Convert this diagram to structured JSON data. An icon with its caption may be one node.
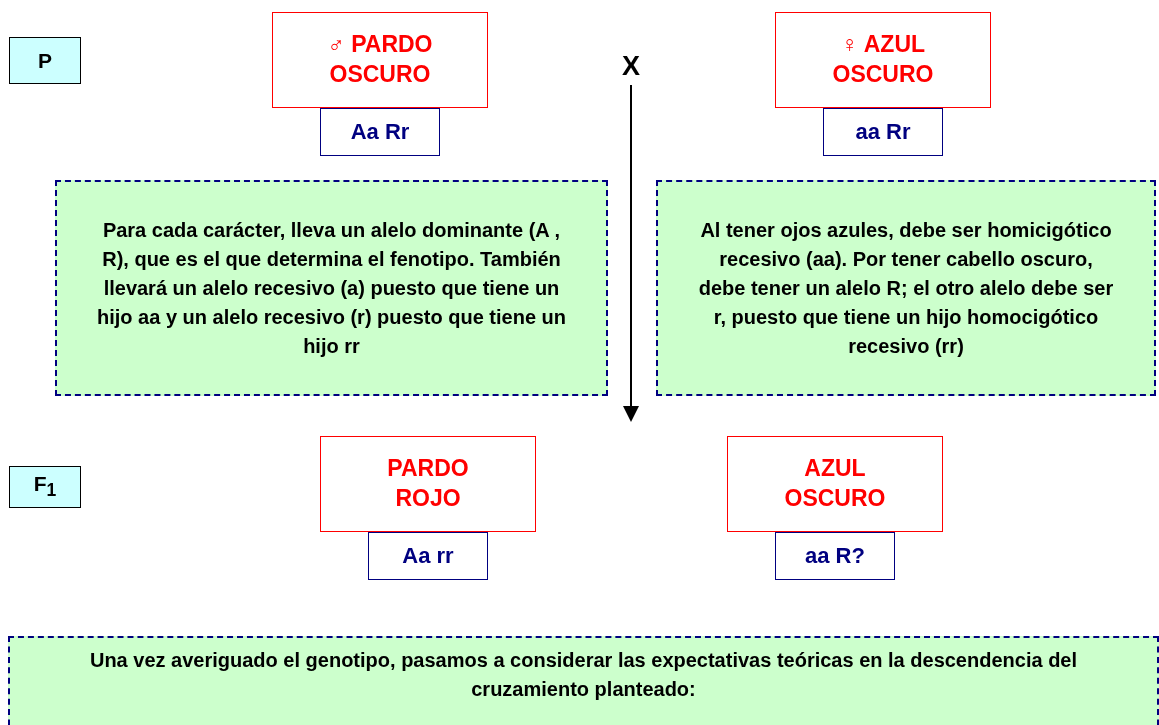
{
  "diagram": {
    "nodes": [
      {
        "text": [
          "P"
        ]
      },
      {
        "text": [
          "♂ PARDO OSCURO"
        ]
      },
      {
        "text": [
          "Aa Rr"
        ]
      },
      {
        "text": [
          "♀ AZUL OSCURO"
        ]
      },
      {
        "text": [
          "aa Rr"
        ]
      },
      {
        "text": [
          "Para cada carácter, lleva un alelo dominante (A , R), que es el que determina el fenotipo. También llevará un alelo recesivo (a) puesto que tiene un hijo aa y un alelo recesivo (r) puesto que tiene un hijo rr"
        ]
      },
      {
        "text": [
          "Al tener ojos azules, debe ser homicigótico recesivo (aa). Por tener cabello oscuro, debe tener un alelo R; el otro alelo debe ser r, puesto que tiene un hijo homocigótico recesivo (rr)"
        ]
      },
      {
        "text": [
          "F$_{1}$"
        ]
      },
      {
        "text": [
          "PARDO ROJO"
        ]
      },
      {
        "text": [
          "Aa rr"
        ]
      },
      {
        "text": [
          "AZUL OSCURO"
        ]
      },
      {
        "text": [
          "aa R?"
        ]
      },
      {
        "text": [
          "Una vez averiguado el genotipo, pasamos a considerar las expectativas teóricas en la descendencia del cruzamiento planteado:"
        ]
      }
    ],
    "labels": [
      "X"
    ]
  }
}
